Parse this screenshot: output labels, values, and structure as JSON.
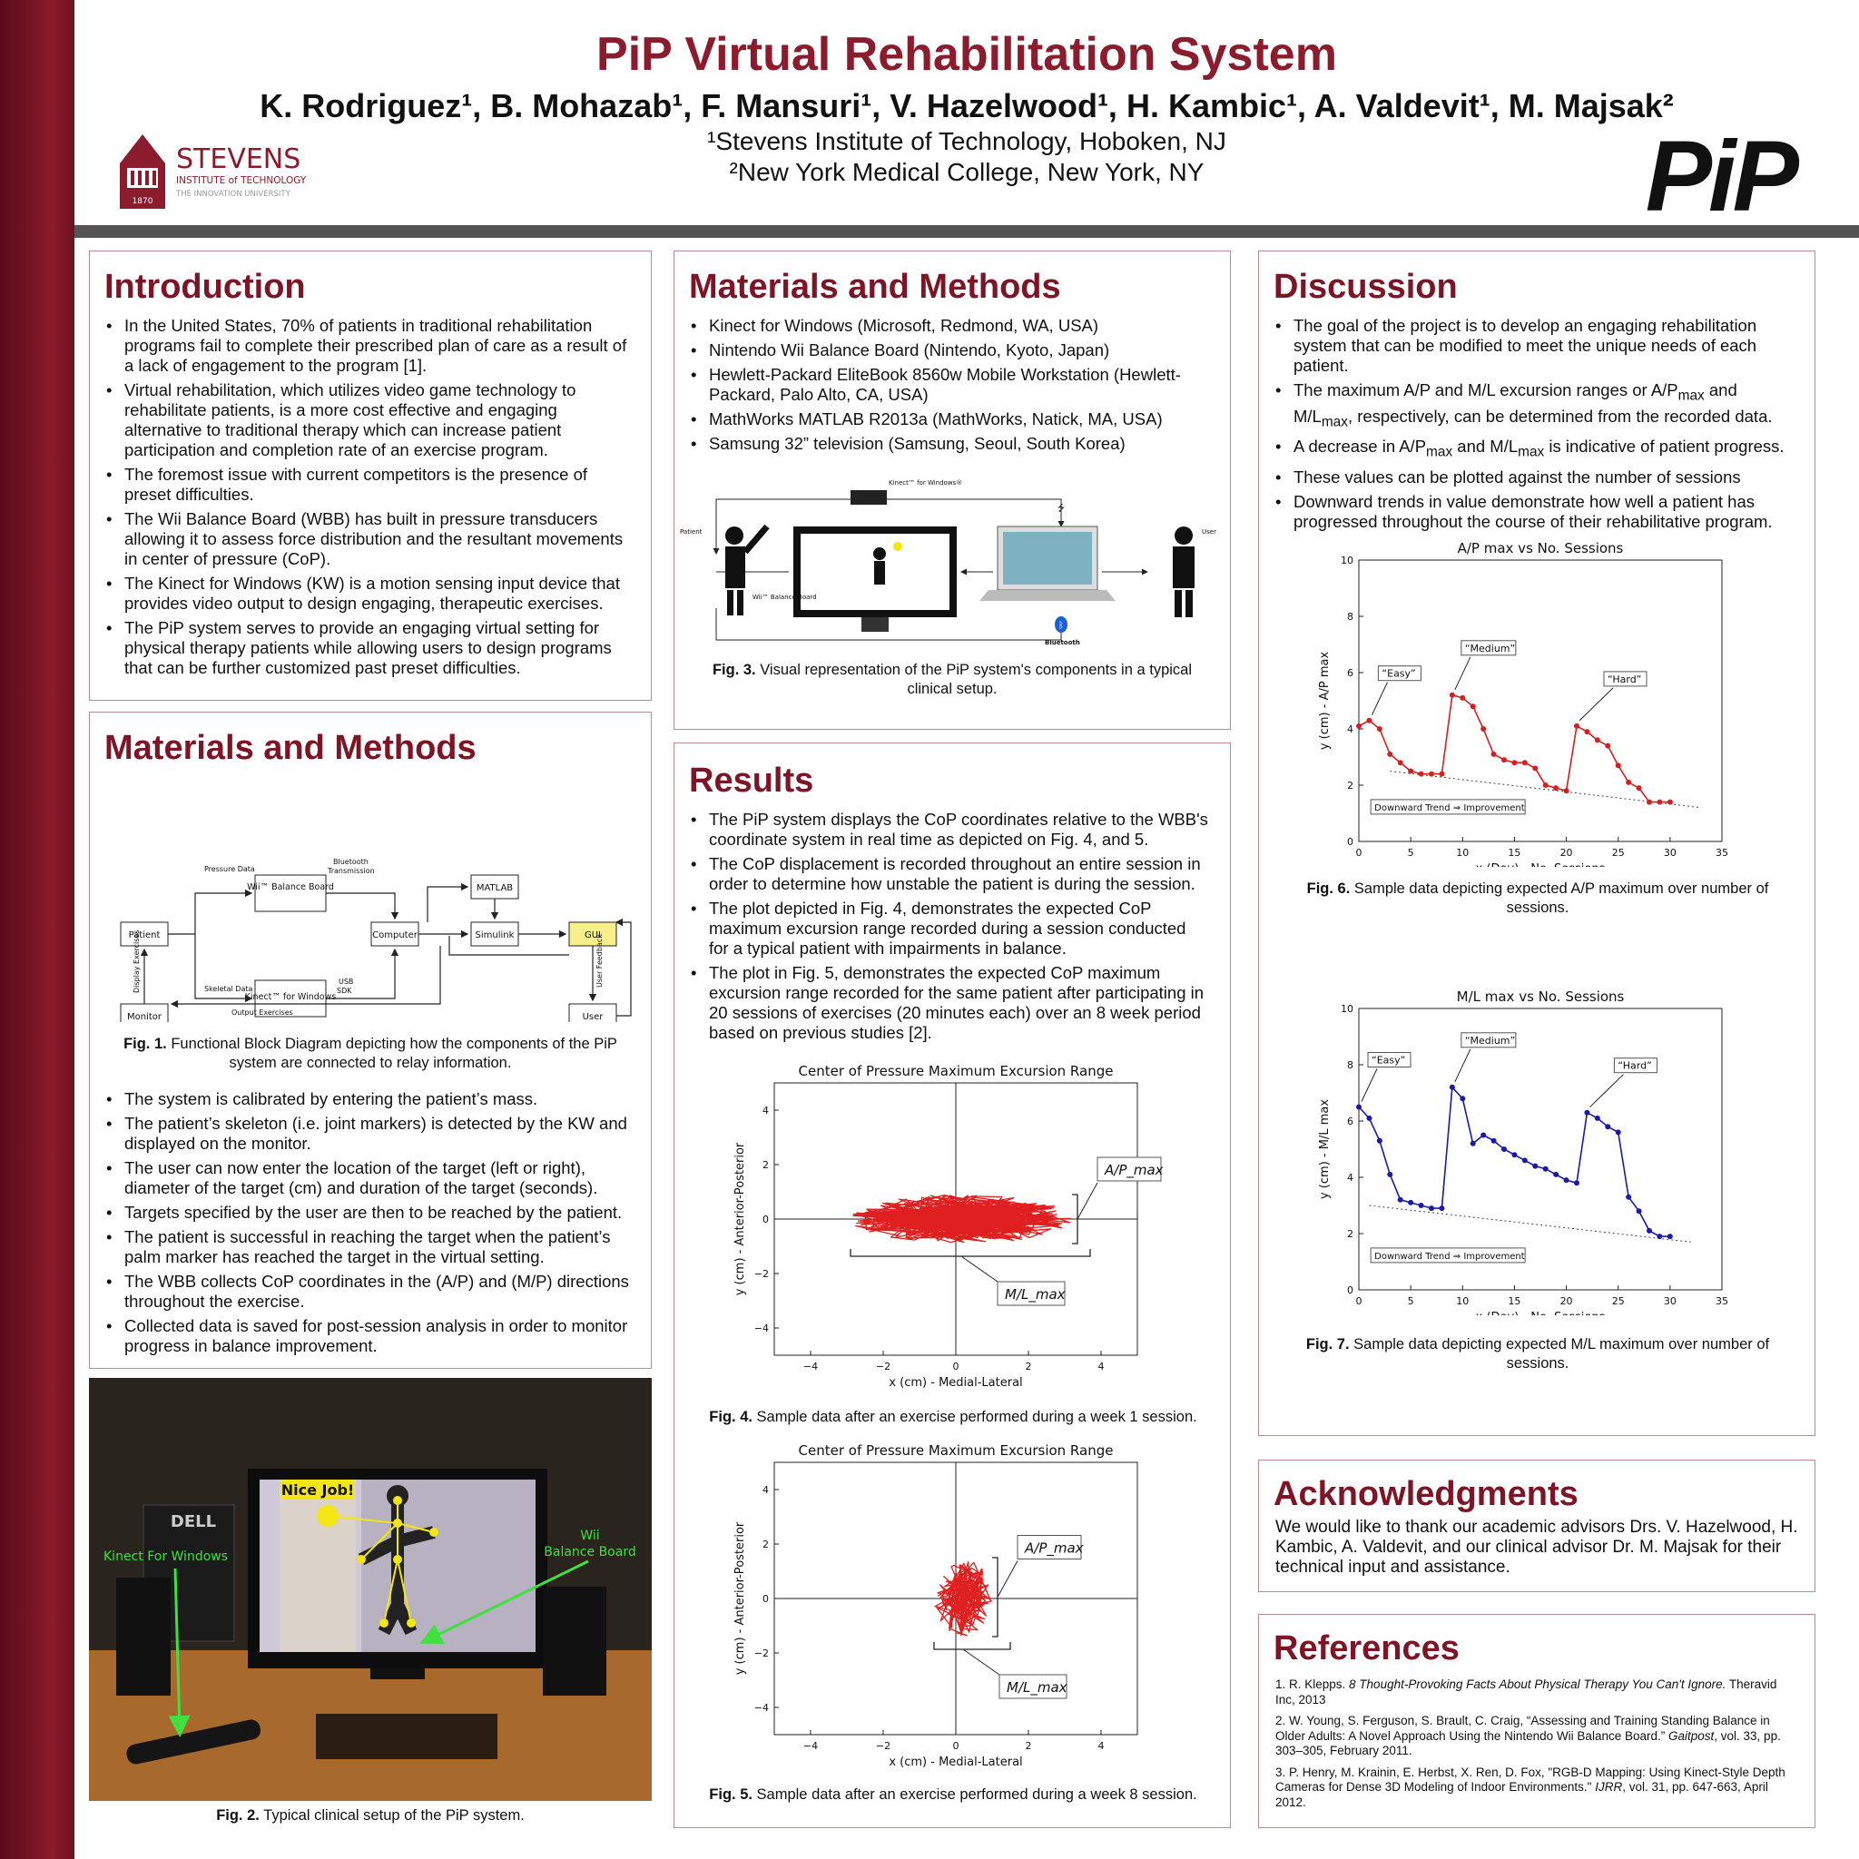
{
  "header": {
    "title": "PiP Virtual Rehabilitation System",
    "authors": "K. Rodriguez¹, B. Mohazab¹, F. Mansuri¹, V. Hazelwood¹, H. Kambic¹, A. Valdevit¹, M. Majsak²",
    "affil1": "¹Stevens Institute of Technology, Hoboken, NJ",
    "affil2": "²New York Medical College, New York, NY",
    "stevens_name": "STEVENS",
    "stevens_sub": "INSTITUTE of TECHNOLOGY",
    "stevens_tag": "THE INNOVATION UNIVERSITY",
    "stevens_year": "1870",
    "pip_logo": "PiP"
  },
  "intro": {
    "title": "Introduction",
    "bullets": [
      "In the United States, 70% of patients in traditional rehabilitation programs fail to complete their prescribed plan of care as a result of a lack of engagement to the program [1].",
      "Virtual rehabilitation, which utilizes video game technology to rehabilitate patients, is a more cost effective and engaging alternative to traditional therapy which can increase patient participation and completion rate of an exercise program.",
      "The foremost issue with current competitors is the presence of preset difficulties.",
      "The Wii Balance Board (WBB) has built in pressure transducers allowing it to assess force distribution and the resultant movements in center of pressure (CoP).",
      "The Kinect for Windows (KW) is a motion sensing input device that provides video output to design engaging, therapeutic exercises.",
      "The PiP system serves to provide an engaging virtual setting for physical therapy patients while allowing users to design programs that can be further customized past preset difficulties."
    ]
  },
  "mm1": {
    "title": "Materials and Methods",
    "bullets": [
      "The system is calibrated by entering the patient’s mass.",
      "The patient’s skeleton (i.e. joint markers) is detected by the KW and displayed on the monitor.",
      "The user can now enter the location of the target (left or right), diameter of the target (cm) and duration of the target (seconds).",
      "Targets specified by the user are then to be reached by the patient.",
      "The patient is successful in reaching the target when the patient’s palm marker has reached the target in the virtual setting.",
      "The WBB collects CoP coordinates in the (A/P) and (M/P) directions throughout the exercise.",
      "Collected data is saved for post-session analysis in order to monitor progress in balance improvement."
    ],
    "fig1_label": "Fig. 1.",
    "fig1_caption": " Functional Block Diagram depicting how the components of the PiP system are connected to relay information.",
    "block": {
      "patient": "Patient",
      "wbb": "Wii™ Balance Board",
      "kinect": "Kinect™ for Windows",
      "computer": "Computer",
      "matlab": "MATLAB",
      "simulink": "Simulink",
      "gui": "GUI",
      "user": "User",
      "monitor": "Monitor",
      "pressure": "Pressure Data",
      "bt1": "Bluetooth",
      "bt2": "Transmission",
      "skeletal": "Skeletal Data",
      "usb1": "USB",
      "usb2": "SDK",
      "output": "Output Exercises",
      "display": "Display Exercises",
      "feedback": "User Feedback"
    }
  },
  "fig2": {
    "label": "Fig. 2.",
    "caption": " Typical clinical setup of the PiP system.",
    "nice": "Nice Job!",
    "kinect": "Kinect For Windows",
    "wii1": "Wii",
    "wii2": "Balance Board",
    "brand": "DELL"
  },
  "mm2": {
    "title": "Materials and Methods",
    "bullets": [
      "Kinect for Windows (Microsoft, Redmond, WA, USA)",
      "Nintendo Wii Balance Board (Nintendo, Kyoto, Japan)",
      "Hewlett-Packard EliteBook 8560w Mobile Workstation (Hewlett-Packard, Palo Alto, CA, USA)",
      "MathWorks MATLAB R2013a (MathWorks, Natick, MA, USA)",
      "Samsung 32” television (Samsung, Seoul, South Korea)"
    ],
    "fig3_label": "Fig. 3.",
    "fig3_caption": " Visual representation of the PiP system's components in a typical clinical setup.",
    "fig3_patient": "Patient",
    "fig3_user": "User",
    "fig3_kinect": "Kinect™ for Windows®",
    "fig3_wbb": "Wii™ Balance Board",
    "fig3_bt": "Bluetooth"
  },
  "results": {
    "title": "Results",
    "bullets": [
      "The PiP system displays the CoP coordinates relative to the WBB's coordinate system in real time as depicted on Fig. 4, and 5.",
      "The CoP displacement is recorded throughout an entire session in order to determine how unstable the patient is during the session.",
      "The plot depicted in Fig. 4, demonstrates the expected CoP maximum excursion range recorded during a session conducted for a typical patient with impairments in balance.",
      "The plot in Fig. 5, demonstrates the expected CoP maximum excursion range recorded for the same patient after participating in 20 sessions of exercises (20 minutes each) over an 8 week period based on previous studies [2]."
    ],
    "fig4_label": "Fig. 4.",
    "fig4_caption": " Sample data after an exercise performed during a week 1 session.",
    "fig5_label": "Fig. 5.",
    "fig5_caption": " Sample data after an exercise performed during a week 8 session."
  },
  "discussion": {
    "title": "Discussion",
    "b1": "The goal of the project is to develop an engaging rehabilitation system that can be modified to meet the unique needs of each patient.",
    "b2a": "The maximum A/P and M/L excursion ranges or A/P",
    "b2s": "max",
    "b2b": " and M/L",
    "b2c": ", respectively, can be determined from the recorded data.",
    "b3a": "A decrease in A/P",
    "b3b": " and M/L",
    "b3c": " is indicative of patient progress.",
    "b4": "These values can be plotted against the number of sessions",
    "b5": "Downward trends in value demonstrate how well a patient has progressed throughout the course of their rehabilitative program.",
    "fig6_label": "Fig. 6.",
    "fig6_caption": " Sample data depicting expected A/P maximum over number of sessions.",
    "fig7_label": "Fig. 7.",
    "fig7_caption": " Sample data depicting expected M/L maximum over number of sessions."
  },
  "ack": {
    "title": "Acknowledgments",
    "text": "We would like to thank our academic advisors Drs. V. Hazelwood, H. Kambic, A. Valdevit, and our clinical advisor Dr. M. Majsak for their technical input and assistance."
  },
  "refs": {
    "title": "References",
    "r1a": "1. R. Klepps. ",
    "r1b": "8 Thought-Provoking Facts About Physical Therapy You Can't Ignore.",
    "r1c": " Theravid Inc, 2013",
    "r2a": "2. W. Young, S. Ferguson, S. Brault, C. Craig, “Assessing and Training Standing Balance in Older Adults: A Novel Approach Using the Nintendo Wii Balance Board.” ",
    "r2b": "Gaitpost",
    "r2c": ", vol. 33, pp. 303–305, February 2011.",
    "r3a": "3. P. Henry, M. Krainin, E. Herbst, X. Ren, D. Fox, \"RGB-D Mapping: Using Kinect-Style Depth Cameras for Dense 3D Modeling of Indoor Environments.\" ",
    "r3b": "IJRR",
    "r3c": ", vol. 31, pp. 647-663, April 2012."
  },
  "chart_data": [
    {
      "id": "fig6",
      "type": "line",
      "title": "A/P max vs No. Sessions",
      "xlabel": "x (Day) - No. Sessions",
      "ylabel": "y (cm) - A/P max",
      "xlim": [
        0,
        35
      ],
      "ylim": [
        0,
        10
      ],
      "xticks": [
        0,
        5,
        10,
        15,
        20,
        25,
        30,
        35
      ],
      "yticks": [
        0,
        2,
        4,
        6,
        8,
        10
      ],
      "color": "#d42020",
      "x": [
        0,
        1,
        2,
        3,
        4,
        5,
        6,
        7,
        8,
        9,
        10,
        11,
        12,
        13,
        14,
        15,
        16,
        17,
        18,
        19,
        20,
        21,
        22,
        23,
        24,
        25,
        26,
        27,
        28,
        29,
        30
      ],
      "y": [
        4.1,
        4.3,
        4.0,
        3.1,
        2.8,
        2.5,
        2.4,
        2.4,
        2.4,
        5.2,
        5.1,
        4.8,
        4.0,
        3.1,
        2.9,
        2.8,
        2.8,
        2.6,
        2.0,
        1.9,
        1.8,
        4.1,
        3.9,
        3.6,
        3.4,
        2.7,
        2.1,
        1.9,
        1.4,
        1.4,
        1.4
      ],
      "trend": {
        "x": [
          3,
          33
        ],
        "y": [
          2.5,
          1.2
        ]
      },
      "trend_label": "Downward Trend ⇒ Improvement",
      "annotations": [
        {
          "text": "“Easy”",
          "x": 1,
          "y": 4.3
        },
        {
          "text": "“Medium”",
          "x": 9,
          "y": 5.2
        },
        {
          "text": "“Hard”",
          "x": 21,
          "y": 4.1
        }
      ]
    },
    {
      "id": "fig7",
      "type": "line",
      "title": "M/L max vs No. Sessions",
      "xlabel": "x (Day) - No. Sessions",
      "ylabel": "y (cm) - M/L max",
      "xlim": [
        0,
        35
      ],
      "ylim": [
        0,
        10
      ],
      "xticks": [
        0,
        5,
        10,
        15,
        20,
        25,
        30,
        35
      ],
      "yticks": [
        0,
        2,
        4,
        6,
        8,
        10
      ],
      "color": "#1a1aa8",
      "x": [
        0,
        1,
        2,
        3,
        4,
        5,
        6,
        7,
        8,
        9,
        10,
        11,
        12,
        13,
        14,
        15,
        16,
        17,
        18,
        19,
        20,
        21,
        22,
        23,
        24,
        25,
        26,
        27,
        28,
        29,
        30
      ],
      "y": [
        6.5,
        6.1,
        5.3,
        4.1,
        3.2,
        3.1,
        3.0,
        2.9,
        2.9,
        7.2,
        6.8,
        5.2,
        5.5,
        5.3,
        5.0,
        4.8,
        4.6,
        4.4,
        4.3,
        4.1,
        3.9,
        3.8,
        6.3,
        6.1,
        5.8,
        5.6,
        3.3,
        2.8,
        2.1,
        1.9,
        1.9
      ],
      "trend": {
        "x": [
          1,
          32
        ],
        "y": [
          3.0,
          1.7
        ]
      },
      "trend_label": "Downward Trend ⇒ Improvement",
      "annotations": [
        {
          "text": "“Easy”",
          "x": 0,
          "y": 6.5
        },
        {
          "text": "“Medium”",
          "x": 9,
          "y": 7.2
        },
        {
          "text": "“Hard”",
          "x": 22,
          "y": 6.3
        }
      ]
    },
    {
      "id": "fig4",
      "type": "scatter",
      "title": "Center of Pressure Maximum Excursion Range",
      "xlabel": "x (cm) - Medial-Lateral",
      "ylabel": "y (cm) - Anterior-Posterior",
      "xlim": [
        -5,
        5
      ],
      "ylim": [
        -5,
        5
      ],
      "xticks": [
        -4,
        -2,
        0,
        2,
        4
      ],
      "yticks": [
        -4,
        -2,
        0,
        2,
        4
      ],
      "color": "#e02020",
      "x_range": [
        -2.9,
        3.2
      ],
      "y_range": [
        -0.9,
        0.9
      ],
      "ap_label": "A/P_max",
      "ml_label": "M/L_max"
    },
    {
      "id": "fig5",
      "type": "scatter",
      "title": "Center of Pressure Maximum Excursion Range",
      "xlabel": "x (cm) - Medial-Lateral",
      "ylabel": "y (cm) - Anterior-Posterior",
      "xlim": [
        -5,
        5
      ],
      "ylim": [
        -5,
        5
      ],
      "xticks": [
        -4,
        -2,
        0,
        2,
        4
      ],
      "yticks": [
        -4,
        -2,
        0,
        2,
        4
      ],
      "color": "#e02020",
      "x_range": [
        -0.6,
        1.0
      ],
      "y_range": [
        -1.4,
        1.5
      ],
      "ap_label": "A/P_max",
      "ml_label": "M/L_max"
    }
  ]
}
